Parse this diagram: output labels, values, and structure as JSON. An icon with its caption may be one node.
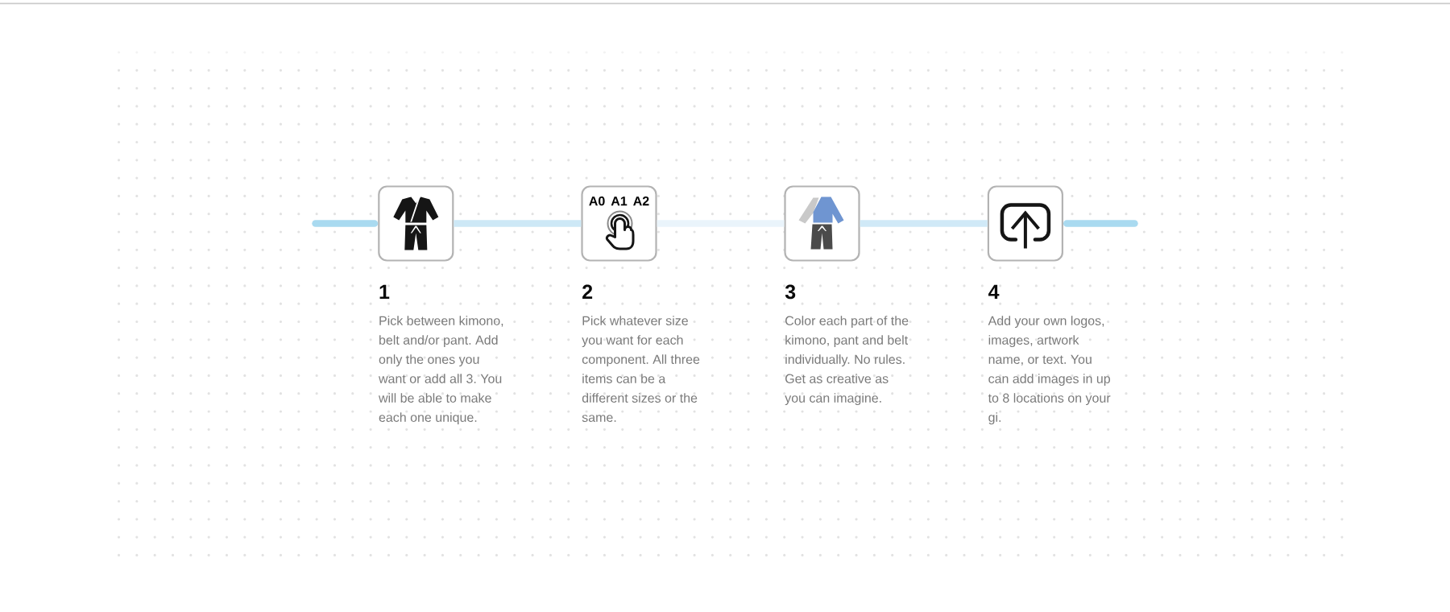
{
  "diagram": {
    "nodes": [
      {
        "text": [],
        "shape": "box",
        "beside": [
          "1",
          "Pick between kimono, belt and/or pant. Add only the ones you want or add all 3. You will be able to make each one unique."
        ]
      },
      {
        "text": [
          "A0 A1 A2"
        ],
        "beside": [
          "2",
          "Pick whatever size you want for each component. All three items can be a different sizes or the same."
        ]
      },
      {
        "text": [],
        "shape": "box",
        "beside": [
          "3",
          "Color each part of the kimono, pant and belt individually. No rules. Get as creative as you can imagine."
        ]
      },
      {
        "text": [],
        "shape": "box",
        "beside": [
          "4",
          "Add your own logos, images, artwork name, or text. You can add images in up to 8 locations on your gi."
        ]
      }
    ],
    "edges": [
      {
        "from": null,
        "to": 0,
        "arrow": "none",
        "color": "#a9daf0"
      },
      {
        "from": 0,
        "to": 1,
        "arrow": "none",
        "color": "#cde8f6"
      },
      {
        "from": 1,
        "to": 2,
        "arrow": "none",
        "color": "#eaf4fb"
      },
      {
        "from": 2,
        "to": 3,
        "arrow": "none",
        "color": "#d0e9f7"
      },
      {
        "from": 3,
        "to": null,
        "arrow": "none",
        "color": "#a9daf0"
      }
    ]
  }
}
